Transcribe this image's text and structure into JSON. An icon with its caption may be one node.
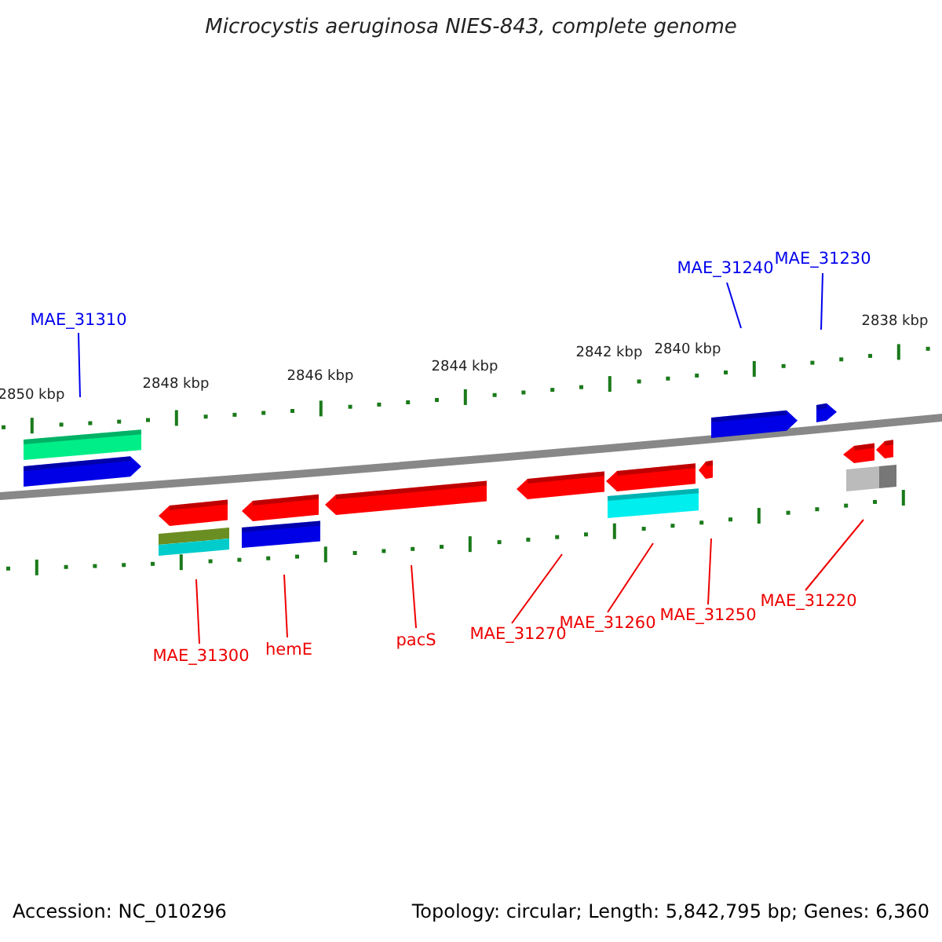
{
  "diagram": {
    "title": "Microcystis aeruginosa NIES-843, complete genome",
    "nodes": [
      {
        "text": [
          "MAE_31310"
        ]
      },
      {
        "text": [
          "MAE_31240"
        ]
      },
      {
        "text": [
          "MAE_31230"
        ]
      },
      {
        "text": [
          "MAE_31300"
        ]
      },
      {
        "text": [
          "hemE"
        ]
      },
      {
        "text": [
          "pacS"
        ]
      },
      {
        "text": [
          "MAE_31270"
        ]
      },
      {
        "text": [
          "MAE_31260"
        ]
      },
      {
        "text": [
          "MAE_31250"
        ]
      },
      {
        "text": [
          "MAE_31220"
        ]
      }
    ],
    "edges": [
      {
        "from": 0,
        "to": null,
        "arrow": "none",
        "color": "#0000ee"
      },
      {
        "from": 1,
        "to": null,
        "arrow": "none",
        "color": "#0000ee"
      },
      {
        "from": 2,
        "to": null,
        "arrow": "none",
        "color": "#0000ee"
      },
      {
        "from": 3,
        "to": null,
        "arrow": "none"
      },
      {
        "from": 4,
        "to": null,
        "arrow": "none"
      },
      {
        "from": 5,
        "to": null,
        "arrow": "none"
      },
      {
        "from": 6,
        "to": null,
        "arrow": "none"
      },
      {
        "from": 7,
        "to": null,
        "arrow": "none"
      },
      {
        "from": 8,
        "to": null,
        "arrow": "none"
      },
      {
        "from": 9,
        "to": null,
        "arrow": "none"
      }
    ],
    "labels": [
      "2850 kbp",
      "2848 kbp",
      "2846 kbp",
      "2844 kbp",
      "2842 kbp",
      "2840 kbp",
      "2838 kbp",
      "Accession: NC_010296",
      "Topology: circular; Length: 5,842,795 bp; Genes: 6,360"
    ]
  }
}
